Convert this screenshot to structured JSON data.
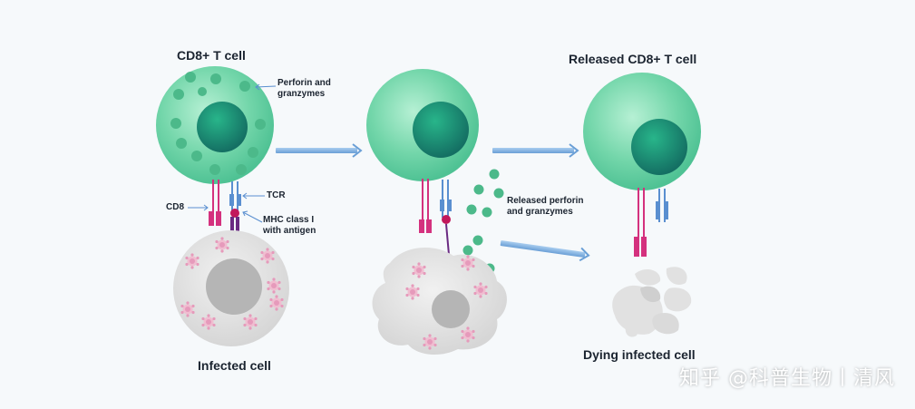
{
  "titles": {
    "cd8_t_cell": "CD8+ T cell",
    "released_cd8_t_cell": "Released CD8+ T cell",
    "infected_cell": "Infected cell",
    "dying_infected_cell": "Dying infected cell"
  },
  "labels": {
    "perforin_granzymes_line1": "Perforin and",
    "perforin_granzymes_line2": "granzymes",
    "cd8": "CD8",
    "tcr": "TCR",
    "mhc_line1": "MHC class I",
    "mhc_line2": "with antigen",
    "released_line1": "Released perforin",
    "released_line2": "and granzymes"
  },
  "watermark": "知乎 @科普生物丨清风",
  "colors": {
    "t_cell": "#6fd3a6",
    "nucleus": "#1e9a78",
    "granule": "#4cb98a",
    "receptor_pink": "#d4317e",
    "receptor_blue": "#5a8fd0",
    "infected_cell": "#e3e3e3",
    "infected_nucleus": "#b5b5b5",
    "antigen": "#eeb0c8",
    "arrow": "#7fb0de"
  }
}
